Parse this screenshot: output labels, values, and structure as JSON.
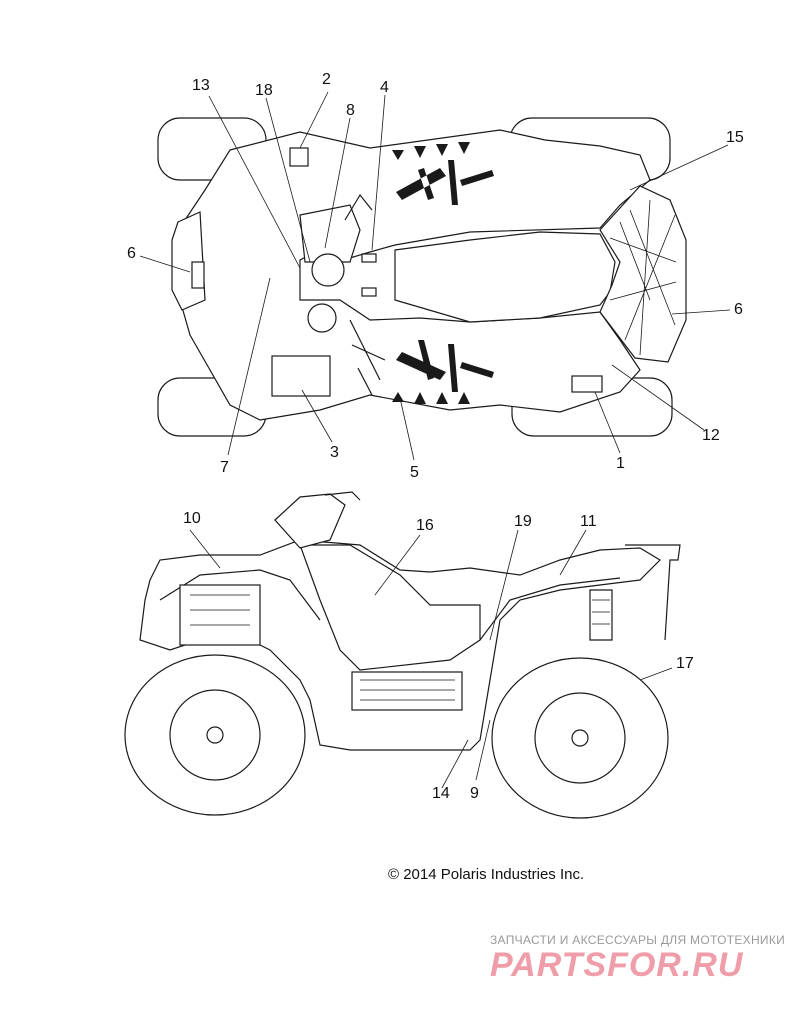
{
  "diagram": {
    "callouts": [
      "1",
      "2",
      "3",
      "4",
      "5",
      "6",
      "6",
      "7",
      "8",
      "9",
      "10",
      "11",
      "12",
      "13",
      "14",
      "15",
      "16",
      "17",
      "18",
      "19"
    ],
    "copyright": "© 2014 Polaris Industries Inc.",
    "watermark": {
      "tagline": "ЗАПЧАСТИ И АКСЕССУАРЫ ДЛЯ МОТОТЕХНИКИ",
      "logo": "PARTSFOR.RU"
    },
    "colors": {
      "line": "#1a1a1a",
      "background": "#ffffff",
      "watermark_logo": "#ef9da8",
      "watermark_text": "#9a9a9a"
    }
  }
}
